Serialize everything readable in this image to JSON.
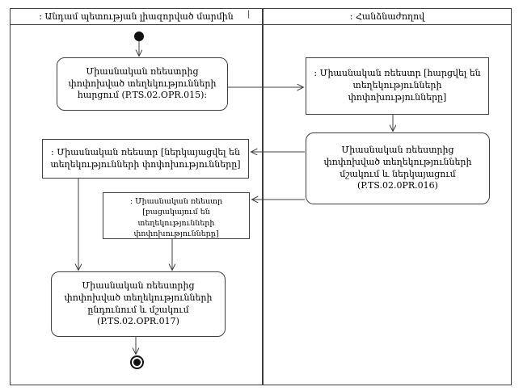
{
  "diagram": {
    "type": "uml-activity-swimlane",
    "lanes": [
      {
        "label": ": Անդամ պետության լիազորված մարմին",
        "tick": "|"
      },
      {
        "label": ": Հանձնաժողով"
      }
    ],
    "nodes": {
      "action_015": "Միասնական ռեեստրից փոփոխված տեղեկությունների հարցում (P.TS.02.OPR.015):",
      "object_queried": ": Միասնական ռեեստր [հարցվել են տեղեկությունների փոփոխությունները]",
      "action_016": "Միասնական ռեեստրից փոփոխված տեղեկությունների մշակում և ներկայացում (P.TS.02.0PR.016)",
      "object_presented": ": Միասնական ռեեստր [ներկայացվել են տեղեկությունների փոփոխությունները]",
      "object_absent": ": Միասնական ռեեստր [բացակայում են տեղեկությունների փոփոխությունները]",
      "action_017": "Միասնական ռեեստրից փոփոխված տեղեկությունների ընդունում և մշակում (P.TS.02.OPR.017)"
    },
    "edges": [
      {
        "from": "initial",
        "to": "action_015"
      },
      {
        "from": "action_015",
        "to": "object_queried"
      },
      {
        "from": "object_queried",
        "to": "action_016"
      },
      {
        "from": "action_016",
        "to": "object_presented"
      },
      {
        "from": "action_016",
        "to": "object_absent"
      },
      {
        "from": "object_presented",
        "to": "action_017"
      },
      {
        "from": "object_absent",
        "to": "action_017"
      },
      {
        "from": "action_017",
        "to": "final"
      }
    ],
    "colors": {
      "line": "#3f3f3f",
      "background": "#ffffff",
      "text": "#000000"
    }
  }
}
